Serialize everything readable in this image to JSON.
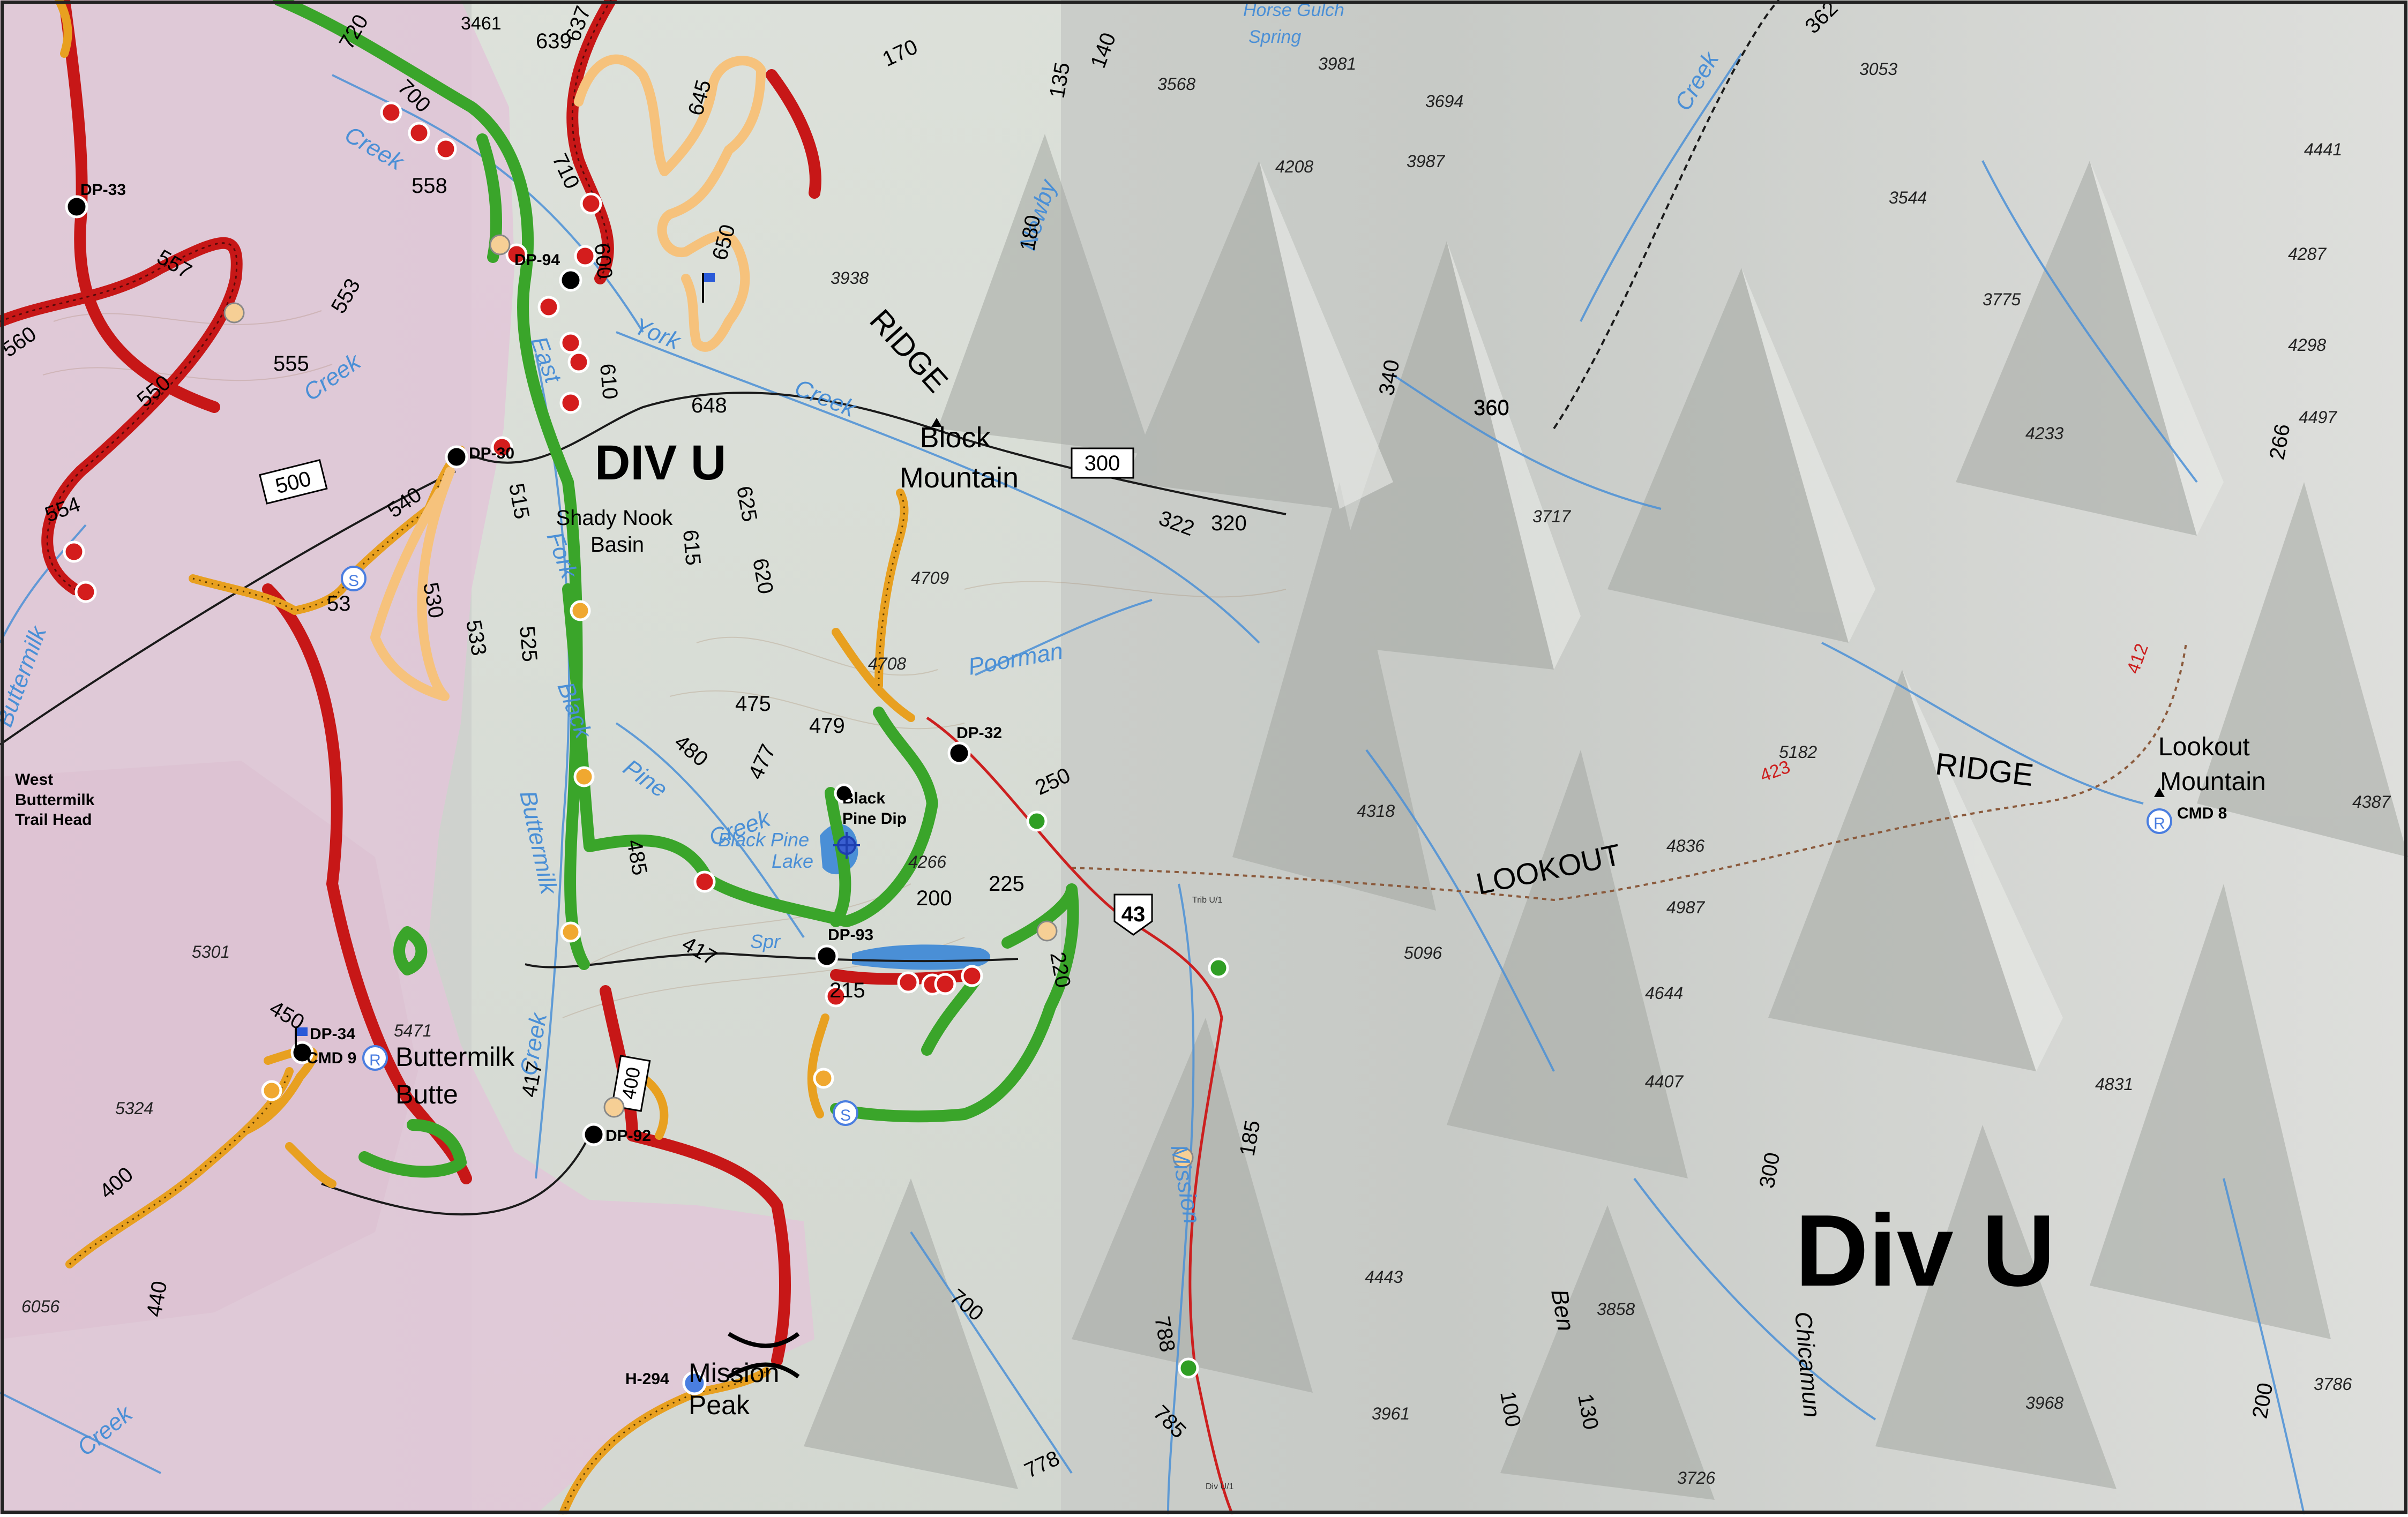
{
  "labels": {
    "div_main": "DIV U",
    "div_large": "Div U",
    "block_mountain": [
      "Block",
      "Mountain"
    ],
    "lookout_mountain": [
      "Lookout",
      "Mountain"
    ],
    "ridge_north": "RIDGE",
    "ridge_lookout": "RIDGE",
    "lookout": "LOOKOUT",
    "buttermilk_butte": [
      "Buttermilk",
      "Butte"
    ],
    "shady_nook": [
      "Shady Nook",
      "Basin"
    ],
    "trailhead": [
      "West",
      "Buttermilk",
      "Trail Head"
    ],
    "black_pine_dip": [
      "Black",
      "Pine Dip"
    ],
    "mission_peak": [
      "Mission",
      "Peak"
    ],
    "cmd8": "CMD 8",
    "cmd9": "CMD 9"
  },
  "water_labels": {
    "horse_gulch": [
      "Horse Gulch",
      "Spring"
    ],
    "creek": "Creek",
    "york_creek": "Creek",
    "york": "York",
    "newby": "Newby",
    "east": "East",
    "fork": "Fork",
    "black": "Black",
    "pine": "Pine",
    "buttermilk": "Buttermilk",
    "buttermilk_w": "Buttermilk",
    "black_pine_lake": "Black Pine",
    "lake": "Lake",
    "poorman": "Poorman",
    "mission": "Mission",
    "spr": "Spr",
    "creek_b": "Creek",
    "creek_c": "Creek",
    "creek_ne": "Creek",
    "creek_sw": "Creek",
    "ben": "Ben",
    "chicamun": "Chicamun"
  },
  "drop_points": [
    "DP-33",
    "DP-94",
    "DP-30",
    "DP-32",
    "DP-93",
    "DP-34",
    "DP-92"
  ],
  "helispot": "H-294",
  "road_shields": [
    "500",
    "300",
    "43",
    "400"
  ],
  "road_numbers": [
    "720",
    "700",
    "639",
    "637",
    "3461",
    "558",
    "557",
    "553",
    "555",
    "560",
    "550",
    "554",
    "540",
    "530",
    "533",
    "53",
    "515",
    "525",
    "710",
    "600",
    "610",
    "645",
    "650",
    "648",
    "615",
    "625",
    "620",
    "170",
    "135",
    "140",
    "180",
    "322",
    "320",
    "340",
    "360",
    "362",
    "475",
    "479",
    "480",
    "477",
    "485",
    "417",
    "417",
    "200",
    "225",
    "250",
    "215",
    "220",
    "185",
    "700",
    "778",
    "785",
    "788",
    "450",
    "400",
    "440",
    "100",
    "130",
    "300",
    "200",
    "266",
    "360"
  ],
  "red_route_numbers": [
    "423",
    "412"
  ],
  "elevations": [
    "3981",
    "3694",
    "3568",
    "3987",
    "4208",
    "3053",
    "3544",
    "4441",
    "4287",
    "3938",
    "3775",
    "4298",
    "4233",
    "4497",
    "3717",
    "4709",
    "4708",
    "4318",
    "5182",
    "4387",
    "4266",
    "4836",
    "4987",
    "5096",
    "4644",
    "4407",
    "4831",
    "4443",
    "3858",
    "3961",
    "3968",
    "3786",
    "3726",
    "5301",
    "5471",
    "5324",
    "6056"
  ],
  "tiny_labels": [
    "Trib U/1",
    "Div U/1"
  ],
  "legend_colors": {
    "completed_line": "#3aa52a",
    "open_line": "#d41d1d",
    "proposed_line": "#e8a020",
    "contingency_line": "#f6c27c",
    "private_land": "#e4cad9",
    "water": "#4a8fd6",
    "road": "#000000",
    "red_route": "#cc1f1f"
  }
}
